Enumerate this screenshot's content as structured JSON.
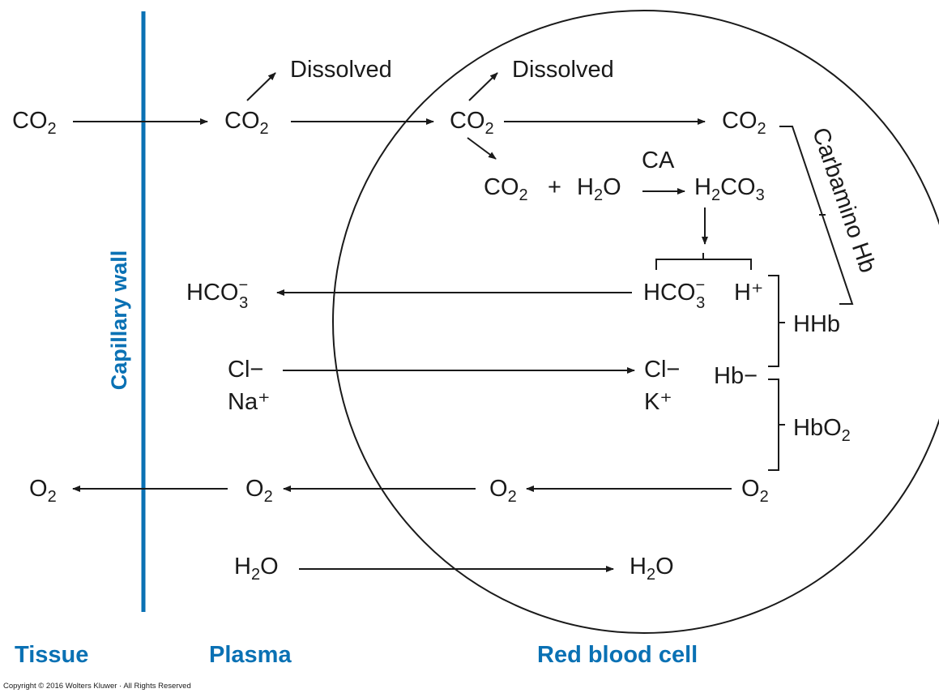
{
  "colors": {
    "accent": "#0a71b4",
    "ink": "#1a1a1a"
  },
  "regions": {
    "tissue": "Tissue",
    "plasma": "Plasma",
    "rbc": "Red blood cell"
  },
  "wall_label": "Capillary wall",
  "labels": {
    "dissolved": "Dissolved",
    "co2_base": "CO",
    "h2_base": "H",
    "o_sym": "O",
    "h2co3_mid": "CO",
    "sub2": "2",
    "sub3": "3",
    "hco_base": "HCO",
    "hco_sup": "−",
    "h_plus": "H⁺",
    "plus": "+",
    "ca": "CA",
    "carbamino": "Carbamino Hb",
    "hhb": "HHb",
    "hb_minus": "Hb−",
    "hbo_base": "HbO",
    "cl_minus": "Cl−",
    "na_plus": "Na⁺",
    "k_plus": "K⁺"
  },
  "copyright": "Copyright © 2016 Wolters Kluwer · All Rights Reserved"
}
